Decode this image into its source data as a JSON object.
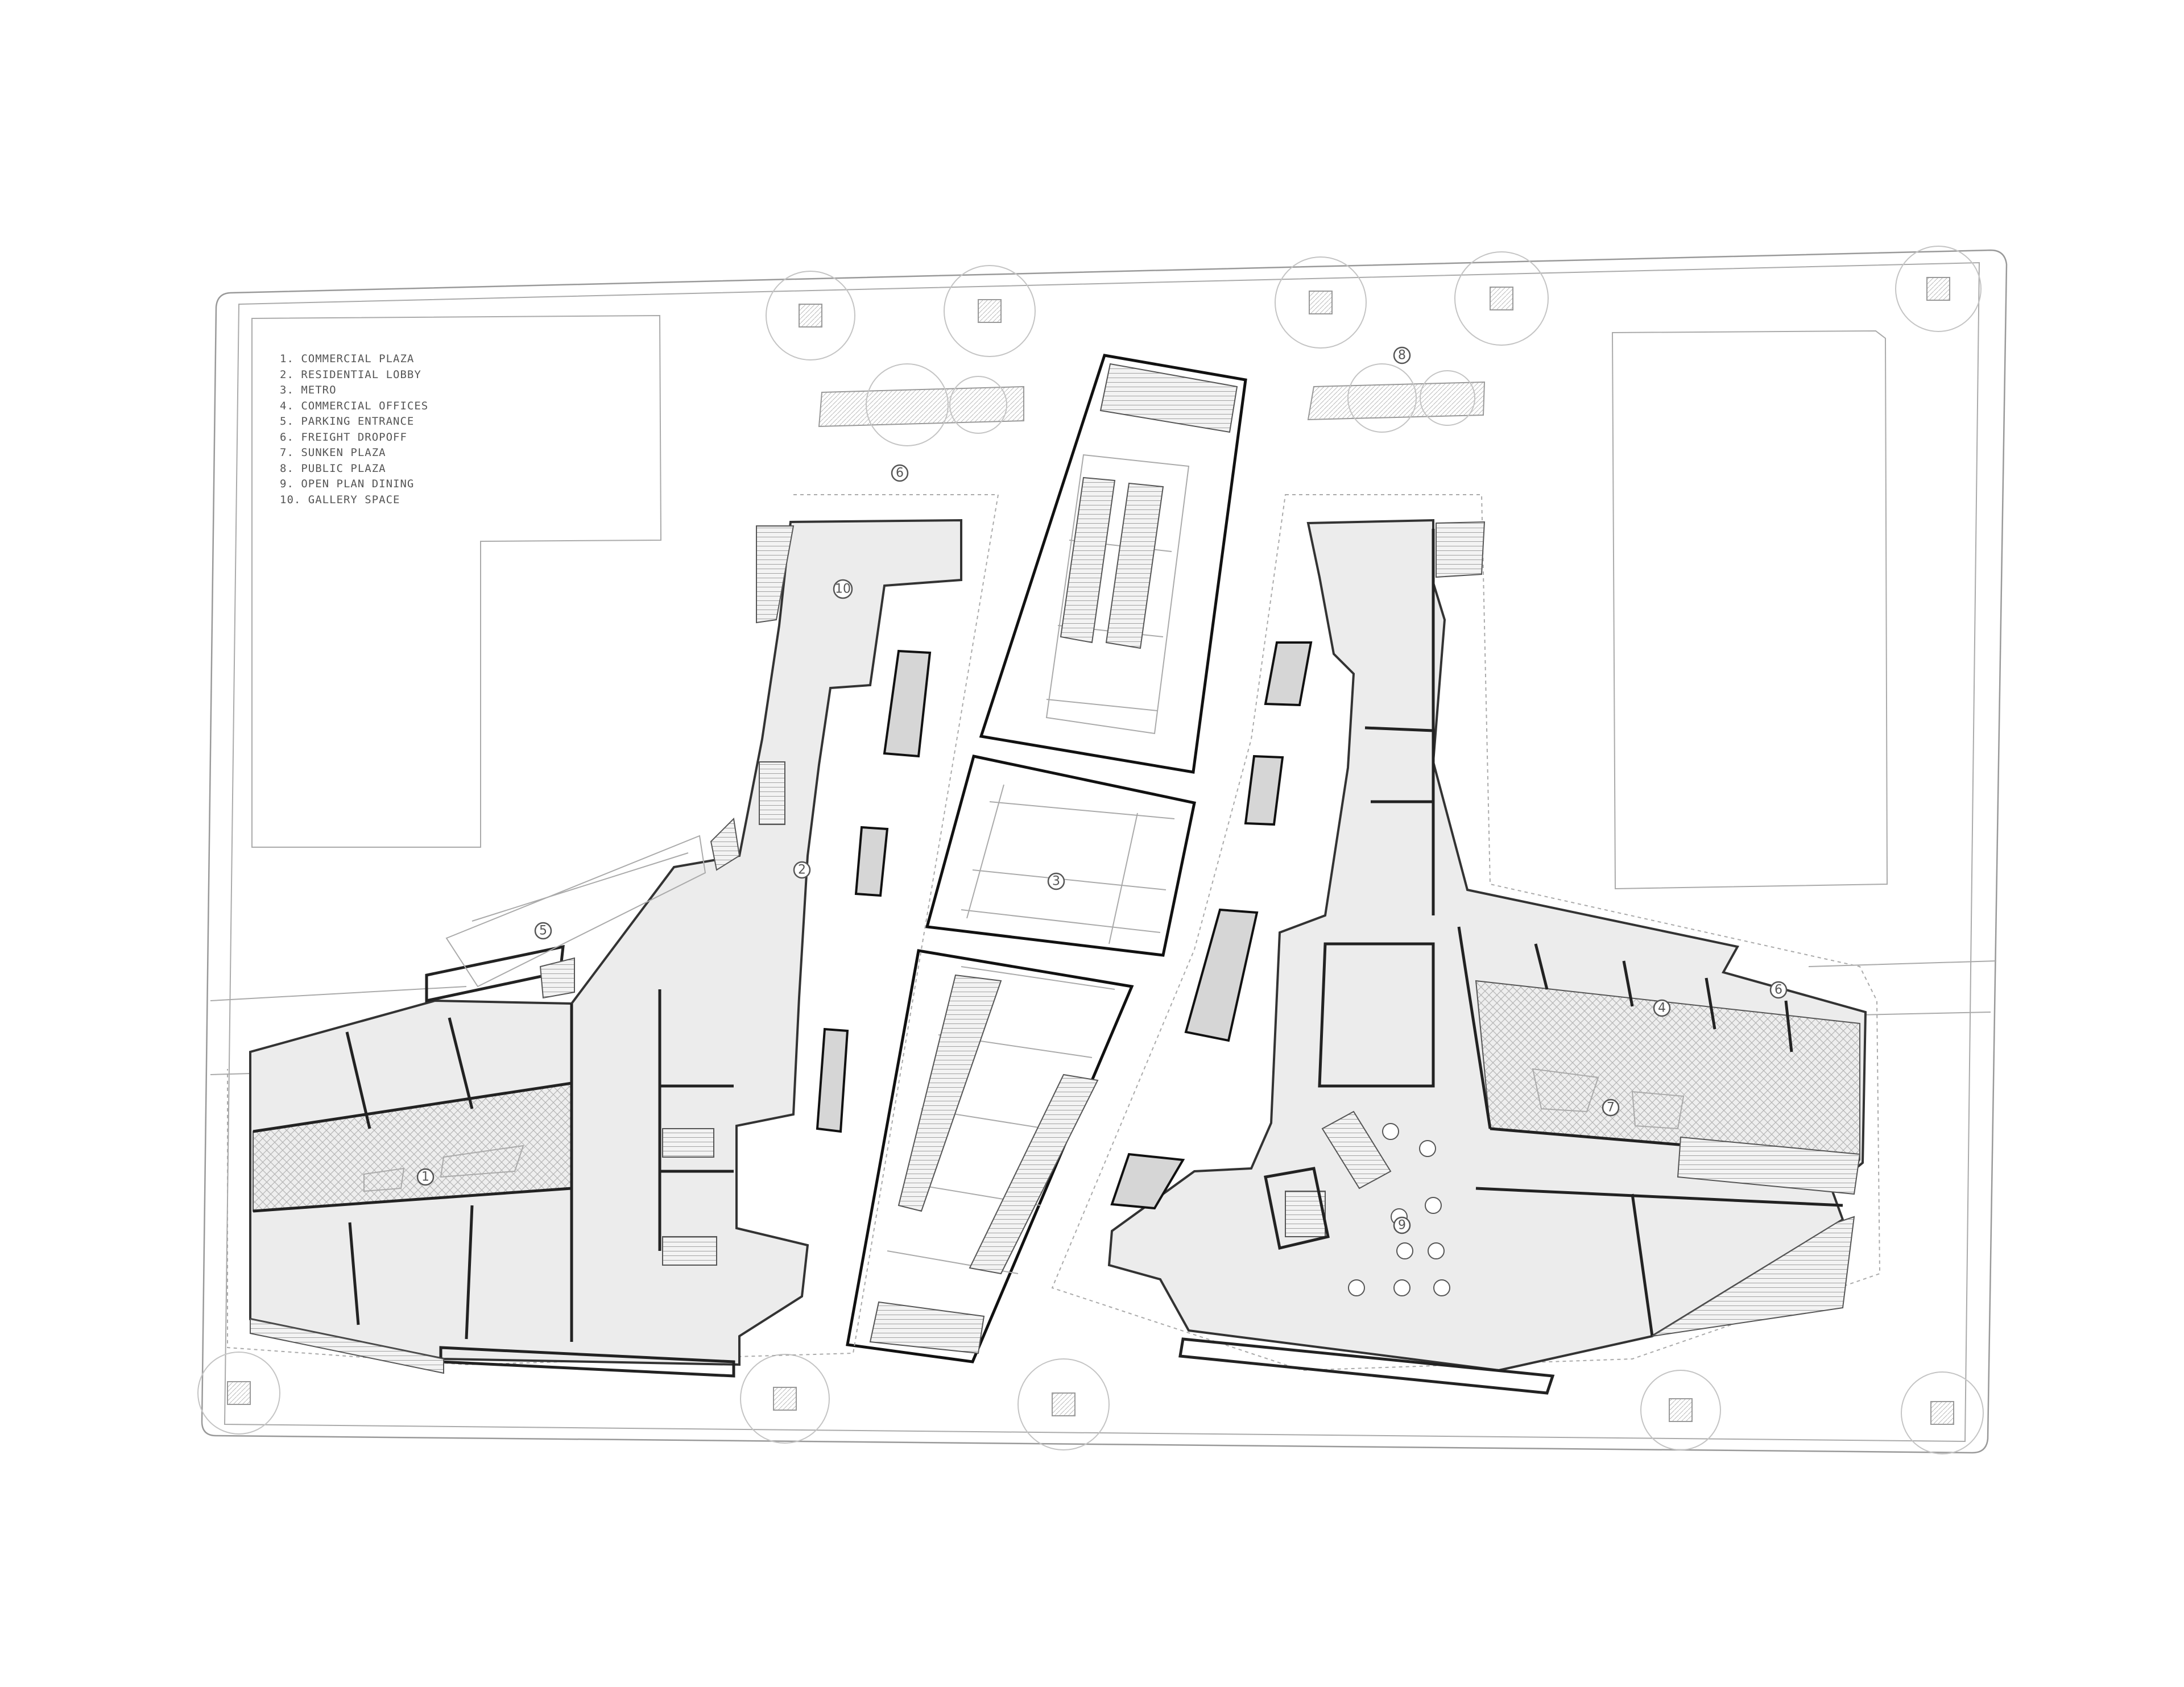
{
  "legend": {
    "items": [
      "1. COMMERCIAL PLAZA",
      "2. RESIDENTIAL LOBBY",
      "3. METRO",
      "4. COMMERCIAL OFFICES",
      "5. PARKING ENTRANCE",
      "6. FREIGHT DROPOFF",
      "7. SUNKEN PLAZA",
      "8. PUBLIC PLAZA",
      "9. OPEN PLAN DINING",
      "10. GALLERY SPACE"
    ]
  },
  "markers": {
    "commercial_plaza": "1",
    "residential_lobby": "2",
    "metro": "3",
    "commercial_offices": "4",
    "parking_entrance": "5",
    "freight_dropoff_left": "6",
    "freight_dropoff_right": "6",
    "sunken_plaza": "7",
    "public_plaza": "8",
    "open_plan_dining": "9",
    "gallery_space": "10"
  },
  "colors": {
    "floor_fill": "#ececec",
    "wall": "#222222",
    "annotation": "#555555"
  }
}
